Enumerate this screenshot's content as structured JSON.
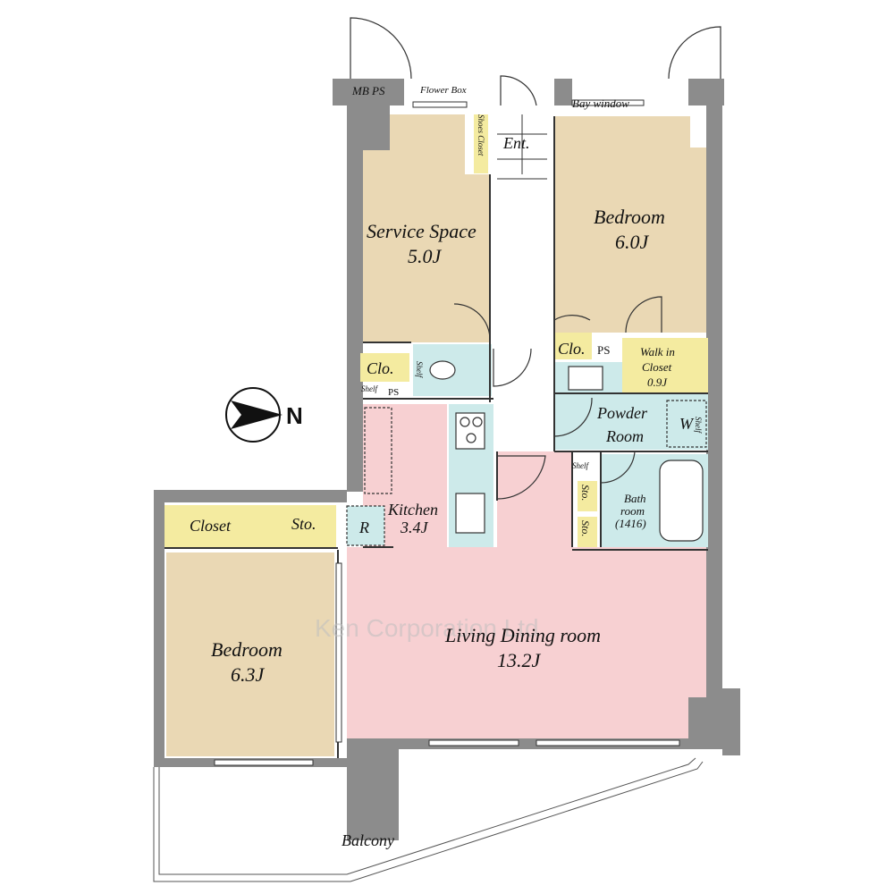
{
  "colors": {
    "wall": "#8c8c8c",
    "bedroom": "#ead8b4",
    "living": "#f7d0d2",
    "wet": "#cdeaea",
    "storage": "#f4eba0",
    "line": "#333333"
  },
  "rooms": {
    "mb_ps": "MB PS",
    "flower_box": "Flower Box",
    "bay_window": "Bay window",
    "entrance": "Ent.",
    "shoes_closet": "Shoes Closet",
    "service_space": {
      "name": "Service Space",
      "size": "5.0J"
    },
    "bedroom_north": {
      "name": "Bedroom",
      "size": "6.0J"
    },
    "closet_small_1": "Clo.",
    "closet_small_2": "Clo.",
    "ps_1": "PS",
    "ps_2": "PS",
    "shelf_1": "Shelf",
    "shelf_2": "Shelf",
    "shelf_3": "Shelf",
    "shelf_4": "Shelf",
    "walk_in_closet": {
      "line1": "Walk in",
      "line2": "Closet",
      "size": "0.9J"
    },
    "powder_room": {
      "line1": "Powder",
      "line2": "Room"
    },
    "washer": "W",
    "bathroom": {
      "line1": "Bath",
      "line2": "room",
      "size": "(1416)"
    },
    "storage_1": "Sto.",
    "storage_2": "Sto.",
    "storage_3": "Sto.",
    "closet_large": "Closet",
    "refrigerator": "R",
    "kitchen": {
      "name": "Kitchen",
      "size": "3.4J"
    },
    "living_dining": {
      "name": "Living Dining room",
      "size": "13.2J"
    },
    "bedroom_south": {
      "name": "Bedroom",
      "size": "6.3J"
    },
    "balcony": "Balcony"
  },
  "compass": {
    "letter": "N"
  },
  "watermark": "Ken Corporation Ltd"
}
